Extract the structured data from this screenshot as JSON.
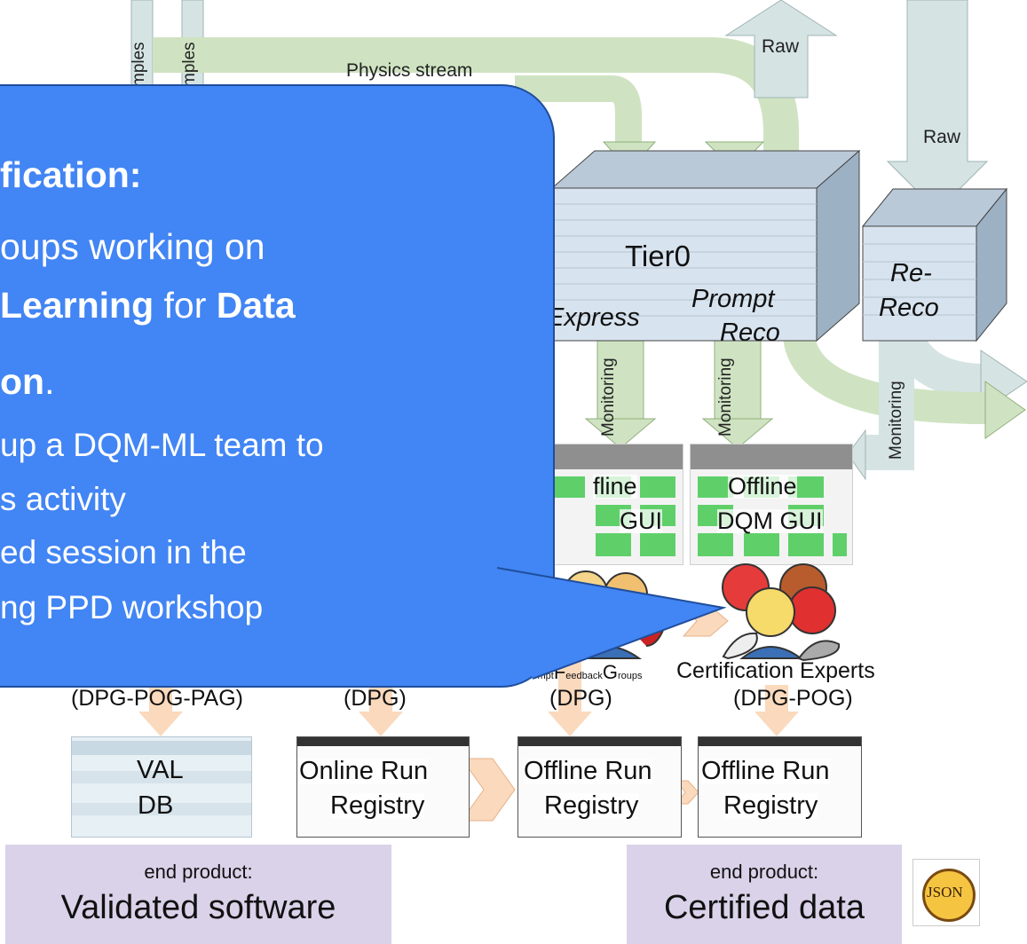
{
  "diagram": {
    "samples_1": "mples",
    "samples_2": "mples",
    "physics_stream": "Physics stream",
    "raw_top": "Raw",
    "raw_right": "Raw",
    "tier0": "Tier0",
    "express": "Express",
    "prompt": "Prompt",
    "reco": "Reco",
    "re": "Re-",
    "reco2": "Reco",
    "monitoring": "Monitoring",
    "offline_gui_1_line1": "fline",
    "offline_gui_1_line2": "GUI",
    "offline_gui_2_line1": "Offline",
    "offline_gui_2_line2": "DQM GUI",
    "pfg_label": "Prompt Feedback Groups",
    "cert_experts": "Certification Experts",
    "dpg_pog_pag": "(DPG-POG-PAG)",
    "dpg_1": "(DPG)",
    "dpg_2": "(DPG)",
    "dpg_pog": "(DPG-POG)",
    "val_db_1": "VAL",
    "val_db_2": "DB",
    "online_rr_1": "Online Run",
    "online_rr_2": "Registry",
    "offline_rr_1_1": "Offline Run",
    "offline_rr_1_2": "Registry",
    "offline_rr_2_1": "Offline Run",
    "offline_rr_2_2": "Registry",
    "end_product_label_1": "end product:",
    "end_product_1": "Validated software",
    "end_product_label_2": "end product:",
    "end_product_2": "Certified data",
    "json_logo": "JSON"
  },
  "callout": {
    "line1": "fication:",
    "line2": "oups working on",
    "line3a": "Learning",
    "line3b": " for ",
    "line3c": "Data",
    "line4a": "on",
    "line4b": ".",
    "line5": "up a DQM-ML team to",
    "line6": "s activity",
    "line7": "ed session in the",
    "line8": "ng PPD workshop"
  },
  "colors": {
    "callout_bg": "#4285f4",
    "green_arrow": "#cfe3c2",
    "blue_arrow": "#d5e3e3",
    "peach_arrow": "#fad9bd",
    "endbox_bg": "#d9d2e9"
  }
}
